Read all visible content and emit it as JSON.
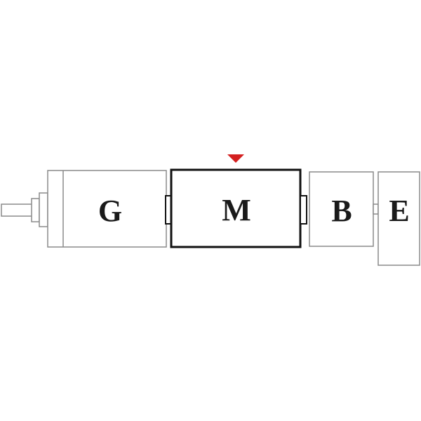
{
  "components": {
    "gearbox": {
      "label": "G"
    },
    "motor": {
      "label": "M"
    },
    "brake": {
      "label": "B"
    },
    "encoder": {
      "label": "E"
    }
  },
  "colors": {
    "outline_light": "#8a8a8a",
    "outline_dark": "#111111",
    "marker": "#d42020",
    "text": "#1a1a1a"
  },
  "icons": {
    "selection_marker": "triangle-down-icon"
  }
}
